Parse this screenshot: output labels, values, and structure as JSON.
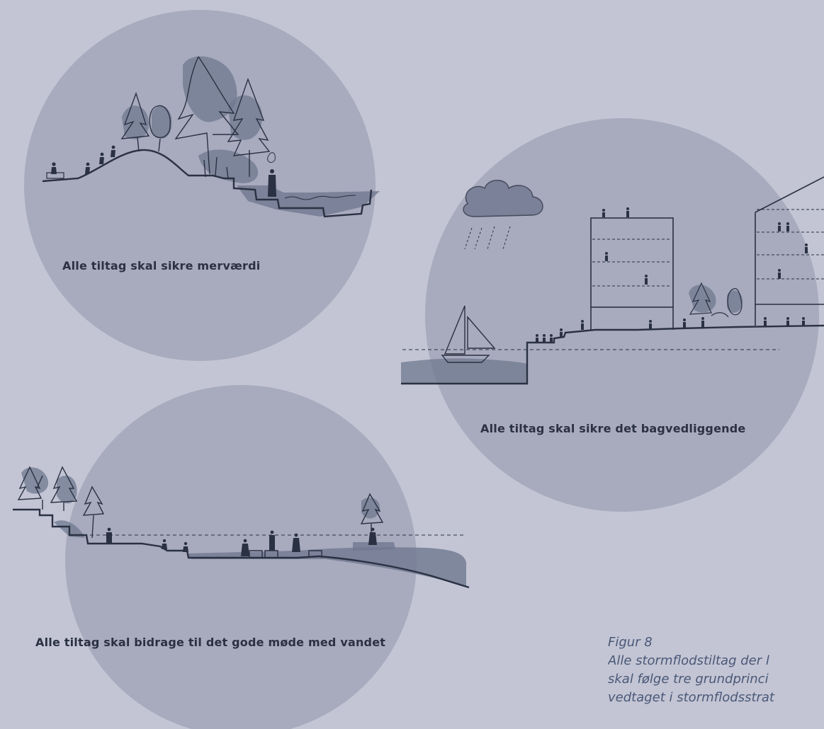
{
  "scenes": [
    {
      "caption": "Alle tiltag skal sikre merværdi"
    },
    {
      "caption": "Alle tiltag skal sikre det bagvedliggende"
    },
    {
      "caption": "Alle tiltag skal bidrage til det gode møde med vandet"
    }
  ],
  "figure": {
    "label": "Figur 8",
    "lines": [
      "Alle stormflodstiltag der l",
      "skal følge tre grundprinci",
      "vedtaget i stormflodsstrat"
    ]
  },
  "colors": {
    "background": "#c3c5d4",
    "circle": "#a8aabd",
    "ink": "#2a3142",
    "shade": "#6f7890",
    "caption_text": "#4a5877"
  }
}
